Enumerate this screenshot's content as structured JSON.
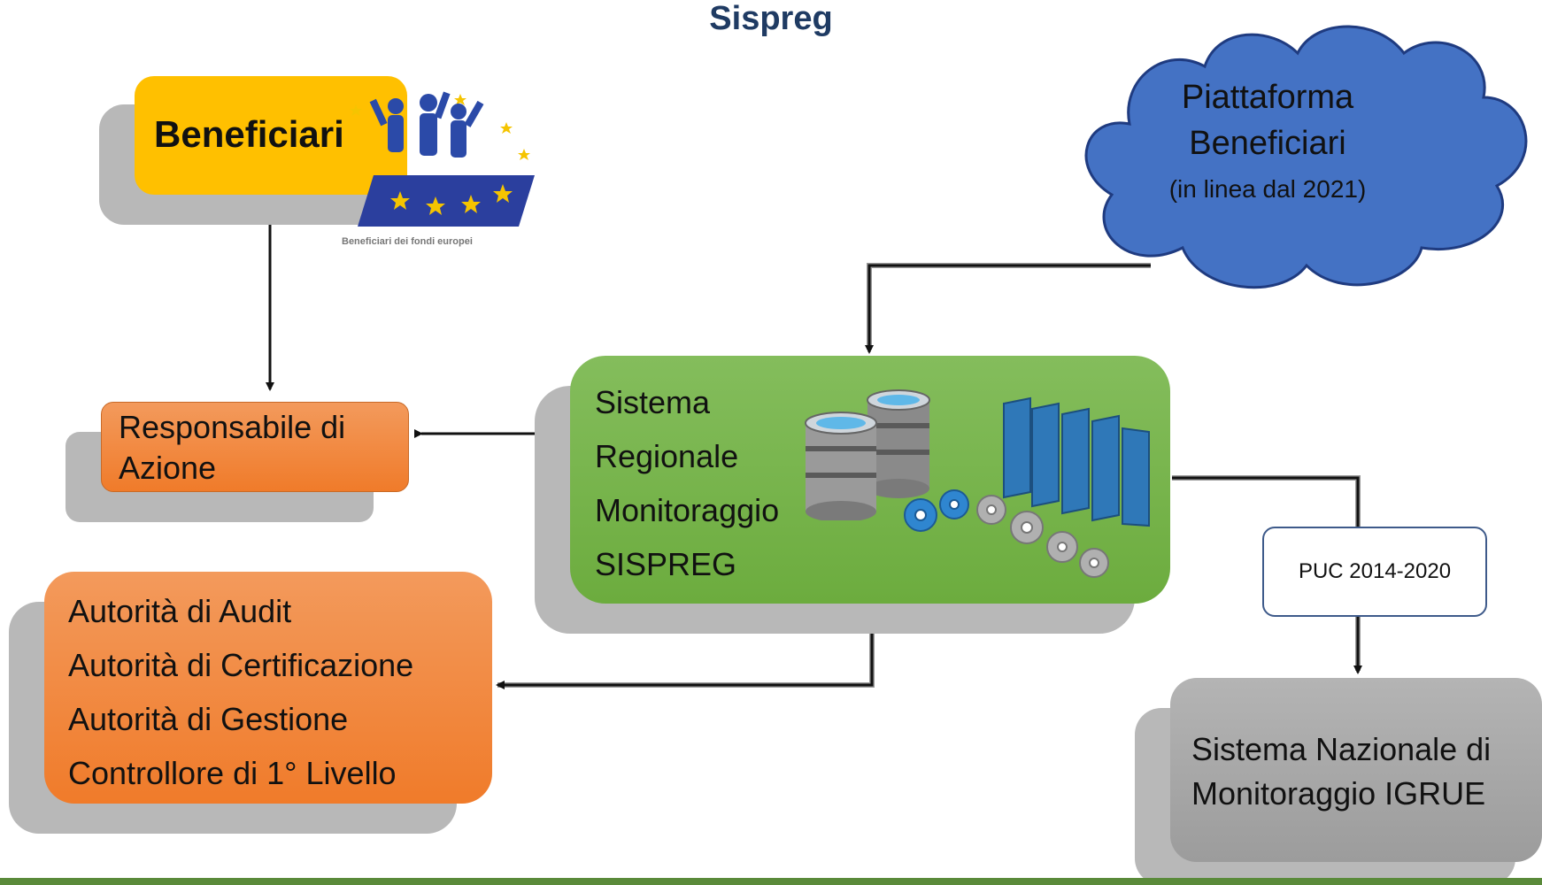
{
  "title": "Sispreg",
  "beneficiari": {
    "label": "Beneficiari",
    "logo_caption": "Beneficiari dei fondi europei"
  },
  "responsabile": {
    "line1": "Responsabile di",
    "line2": "Azione"
  },
  "autorita": {
    "lines": [
      "Autorità di Audit",
      "Autorità di Certificazione",
      "Autorità di Gestione",
      "Controllore di 1° Livello"
    ]
  },
  "sispreg_box": {
    "lines": [
      "Sistema",
      "Regionale",
      "Monitoraggio",
      "SISPREG"
    ],
    "icons": [
      "database-icon",
      "folders-icon",
      "gears-icon"
    ]
  },
  "piattaforma": {
    "line1": "Piattaforma",
    "line2": "Beneficiari",
    "line3": "(in linea dal 2021)"
  },
  "puc": {
    "label": "PUC 2014-2020"
  },
  "nazionale": {
    "line1": "Sistema Nazionale di",
    "line2": "Monitoraggio IGRUE"
  },
  "colors": {
    "title": "#1f3b63",
    "beneficiari": "#ffc000",
    "orange": "#f07b2a",
    "green": "#70ad47",
    "cloud": "#4472c4",
    "gray": "#a6a6a6",
    "bottom_bar": "#5a8a3a"
  }
}
